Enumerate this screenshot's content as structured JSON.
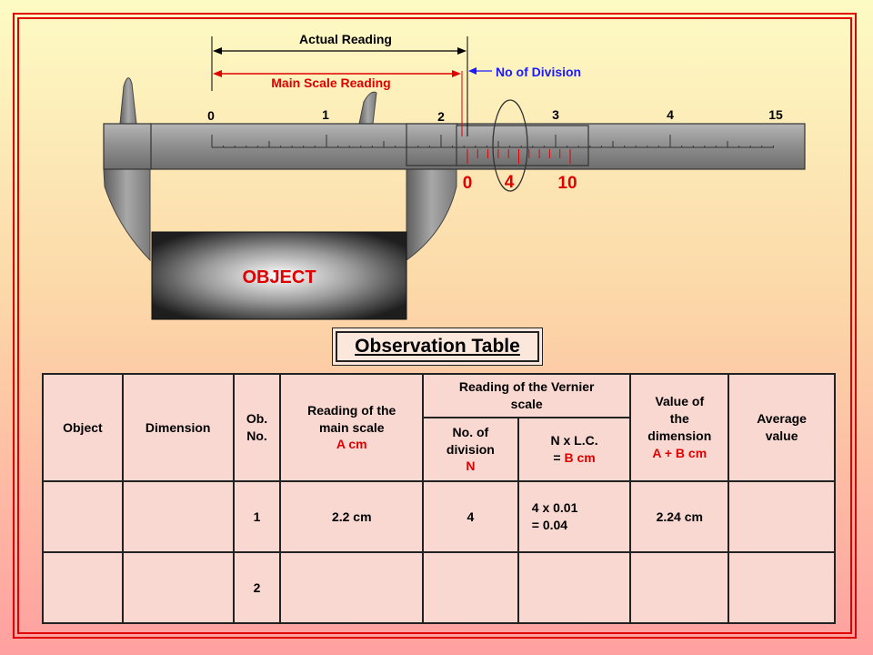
{
  "diagram": {
    "actual_reading_label": "Actual Reading",
    "main_scale_reading_label": "Main Scale Reading",
    "no_of_division_label": "No of Division",
    "main_scale_numbers": [
      "0",
      "1",
      "2",
      "3",
      "4",
      "15"
    ],
    "vernier_numbers": [
      "0",
      "4",
      "10"
    ],
    "object_label": "OBJECT"
  },
  "observation_table": {
    "title": "Observation Table",
    "headers": {
      "object": "Object",
      "dimension": "Dimension",
      "ob_no_line1": "Ob.",
      "ob_no_line2": "No.",
      "main_scale_line1": "Reading of the",
      "main_scale_line2": "main scale",
      "main_scale_unit": "A cm",
      "vernier_line1": "Reading of the Vernier",
      "vernier_line2": "scale",
      "no_div_line1": "No. of",
      "no_div_line2": "division",
      "no_div_unit": "N",
      "nxlc_line1": "N x L.C.",
      "nxlc_eq": "= ",
      "nxlc_unit": "B cm",
      "value_line1": "Value of",
      "value_line2": "the",
      "value_line3": "dimension",
      "value_unit": "A + B cm",
      "average_line1": "Average",
      "average_line2": "value"
    },
    "rows": [
      {
        "ob_no": "1",
        "main_scale": "2.2 cm",
        "division": "4",
        "nxlc_line1": "4 x 0.01",
        "nxlc_line2": "= 0.04",
        "value": "2.24 cm"
      },
      {
        "ob_no": "2",
        "main_scale": "",
        "division": "",
        "nxlc_line1": "",
        "nxlc_line2": "",
        "value": ""
      }
    ]
  }
}
